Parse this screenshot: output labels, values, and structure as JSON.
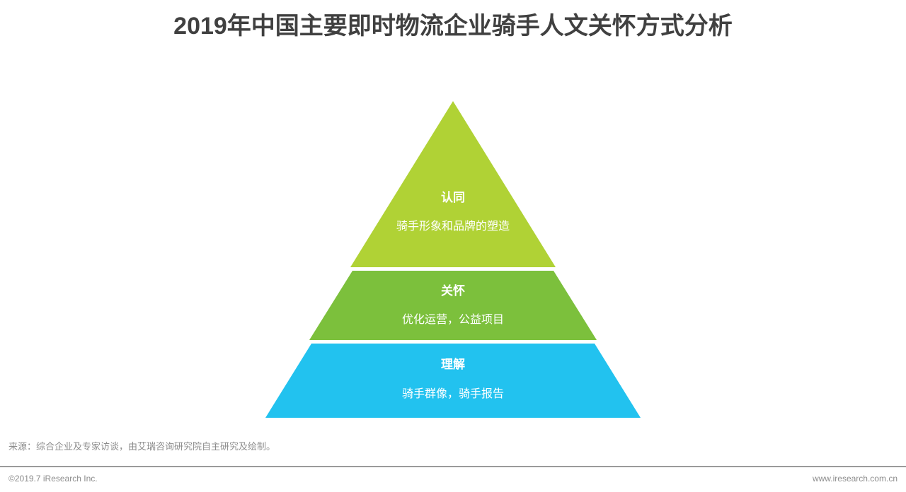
{
  "page": {
    "title": "2019年中国主要即时物流企业骑手人文关怀方式分析",
    "title_color": "#404040",
    "background_color": "#ffffff"
  },
  "chart_data": {
    "type": "pyramid",
    "title": "2019年中国主要即时物流企业骑手人文关怀方式分析",
    "orientation": "apex-up",
    "levels": [
      {
        "rank": 1,
        "position": "top",
        "heading": "认同",
        "description": "骑手形象和品牌的塑造",
        "color": "#b0d235"
      },
      {
        "rank": 2,
        "position": "middle",
        "heading": "关怀",
        "description": "优化运营，公益项目",
        "color": "#7cc03c"
      },
      {
        "rank": 3,
        "position": "bottom",
        "heading": "理解",
        "description": "骑手群像，骑手报告",
        "color": "#22c2ef"
      }
    ],
    "legend": null,
    "gridlines": false
  },
  "source": {
    "note": "来源：综合企业及专家访谈，由艾瑞咨询研究院自主研究及绘制。"
  },
  "footer": {
    "copyright": "©2019.7 iResearch Inc.",
    "website": "www.iresearch.com.cn"
  }
}
